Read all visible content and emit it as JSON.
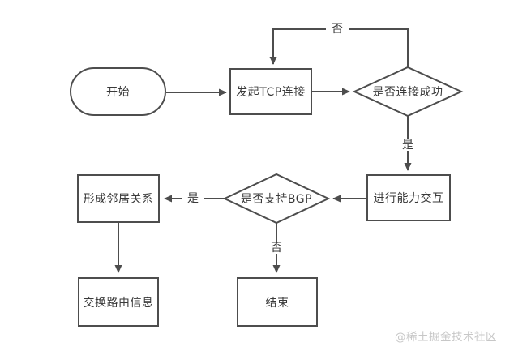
{
  "colors": {
    "background": "#ffffff",
    "stroke": "#4d4d4d",
    "text": "#3a3a3a",
    "watermark": "#c7c7c7"
  },
  "flowchart": {
    "nodes": {
      "start": {
        "shape": "stadium",
        "label": "开始"
      },
      "tcp": {
        "shape": "rect",
        "label": "发起TCP连接"
      },
      "conn_success": {
        "shape": "diamond",
        "label": "是否连接成功"
      },
      "capability": {
        "shape": "rect",
        "label": "进行能力交互"
      },
      "support_bgp": {
        "shape": "diamond",
        "label": "是否支持BGP"
      },
      "neighbor": {
        "shape": "rect",
        "label": "形成邻居关系"
      },
      "exchange": {
        "shape": "rect",
        "label": "交换路由信息"
      },
      "end": {
        "shape": "rect",
        "label": "结束"
      }
    },
    "edge_labels": {
      "retry_no": "否",
      "conn_yes": "是",
      "bgp_yes": "是",
      "bgp_no": "否"
    }
  },
  "watermark": {
    "text": "@稀土掘金技术社区"
  }
}
